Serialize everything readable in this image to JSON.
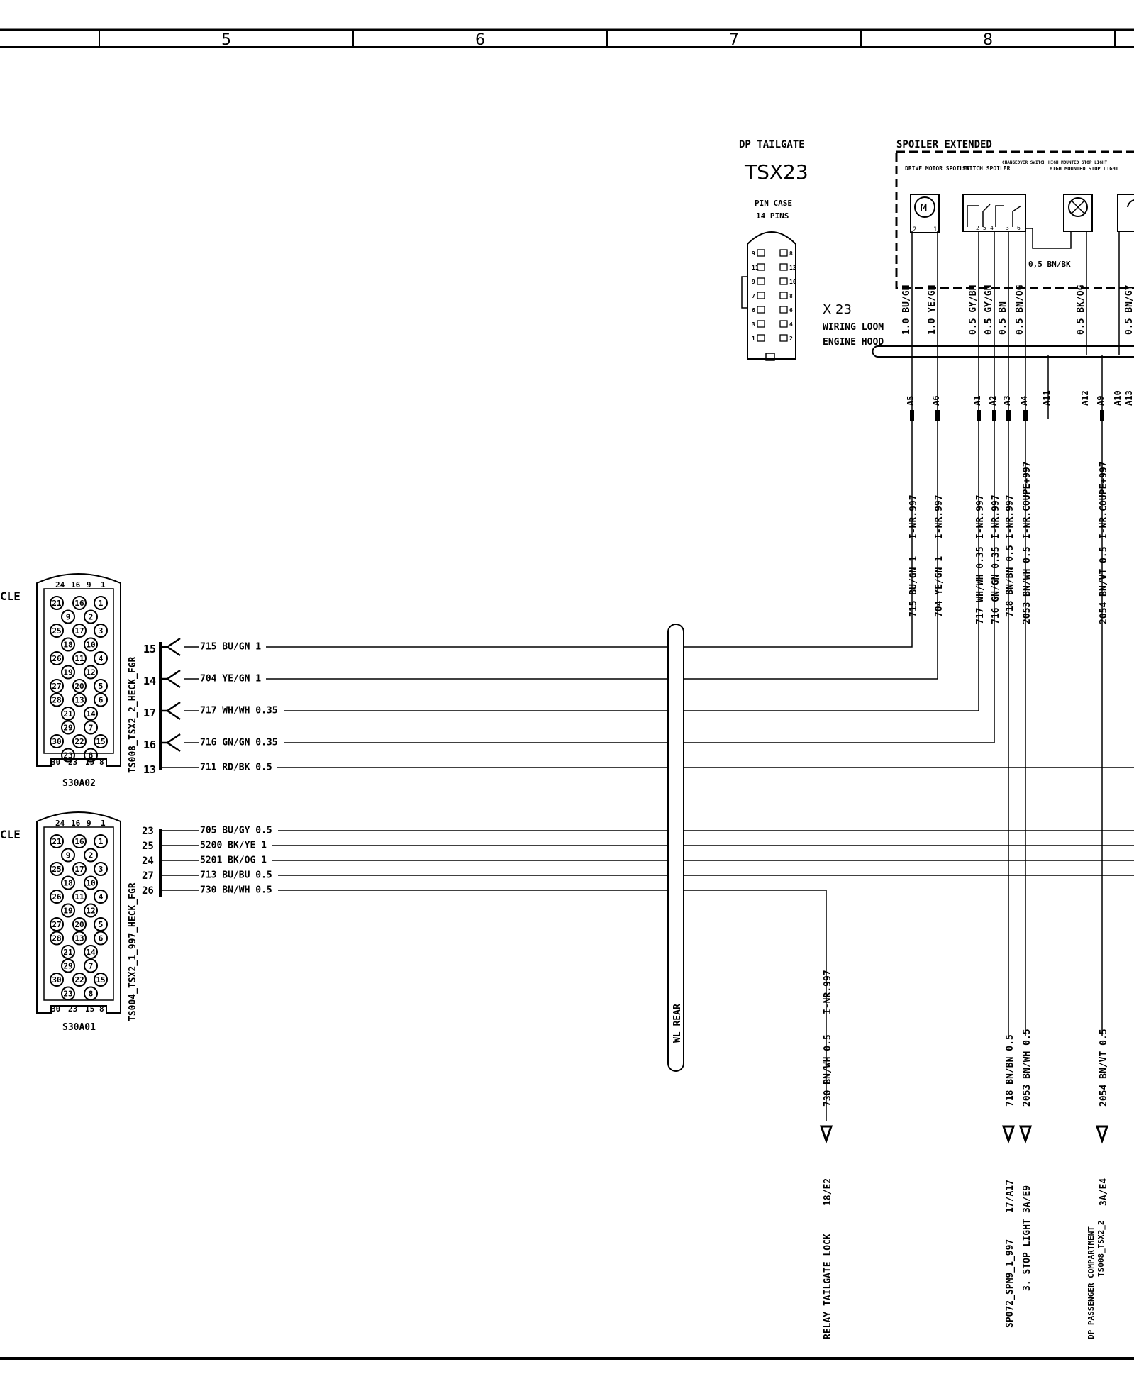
{
  "columns": [
    "5",
    "6",
    "7",
    "8"
  ],
  "left_connectors": {
    "upper": {
      "part": "S30A02",
      "cut_label": "CLE",
      "top_pins": [
        "24",
        "16",
        "9",
        "1"
      ],
      "bottom_pins": [
        "30",
        "23",
        "15",
        "8"
      ],
      "harness_label": "TS008_TSX2_2_HECK_FGR"
    },
    "lower": {
      "part": "S30A01",
      "cut_label": "CLE",
      "top_pins": [
        "24",
        "16",
        "9",
        "1"
      ],
      "bottom_pins": [
        "30",
        "23",
        "15",
        "8"
      ],
      "harness_label": "TS004_TSX2_1_997_HECK_FGR"
    },
    "pin_grid": [
      [
        "21",
        "16",
        "1"
      ],
      [
        "9",
        "2"
      ],
      [
        "25",
        "17",
        "3"
      ],
      [
        "18",
        "10"
      ],
      [
        "26",
        "11",
        "4"
      ],
      [
        "19",
        "12"
      ],
      [
        "27",
        "20",
        "5"
      ],
      [
        "28",
        "13",
        "6"
      ],
      [
        "21",
        "14"
      ],
      [
        "29",
        "7"
      ],
      [
        "30",
        "22",
        "15"
      ],
      [
        "23",
        "8"
      ]
    ]
  },
  "upper_wires": [
    {
      "pin": "15",
      "label": "715 BU/GN 1"
    },
    {
      "pin": "14",
      "label": "704 YE/GN 1"
    },
    {
      "pin": "17",
      "label": "717 WH/WH 0.35"
    },
    {
      "pin": "16",
      "label": "716 GN/GN 0.35"
    },
    {
      "pin": "13",
      "label": "711 RD/BK 0.5"
    }
  ],
  "lower_wires": [
    {
      "pin": "23",
      "label": "705 BU/GY 0.5"
    },
    {
      "pin": "25",
      "label": "5200 BK/YE 1"
    },
    {
      "pin": "24",
      "label": "5201 BK/OG 1"
    },
    {
      "pin": "27",
      "label": "713 BU/BU 0.5"
    },
    {
      "pin": "26",
      "label": "730 BN/WH 0.5"
    }
  ],
  "tailgate": {
    "title": "DP TAILGATE",
    "code": "TSX23",
    "case": "PIN CASE",
    "pins": "14 PINS",
    "pin_numbers": [
      "9",
      "8",
      "11",
      "12",
      "9",
      "10",
      "7",
      "8",
      "6",
      "6",
      "3",
      "4",
      "1",
      "2"
    ]
  },
  "wiring_loom": {
    "code": "X 23",
    "line1": "WIRING LOOM",
    "line2": "ENGINE HOOD"
  },
  "spoiler": {
    "title": "SPOILER EXTENDED",
    "drive_motor": "DRIVE MOTOR SPOILER",
    "switch": "SWITCH SPOILER",
    "changeover": "CHANGEOVER SWITCH HIGH MOUNTED STOP LIGHT",
    "stop_light": "HIGH MOUNTED STOP LIGHT",
    "internal_wire": "0,5 BN/BK",
    "motor_label": "M",
    "pin_a": "2",
    "pin_b": "1",
    "switch_pins": [
      "2",
      "5",
      "4",
      "3",
      "6"
    ]
  },
  "loom_wires": [
    "1.0 BU/GN",
    "1.0 YE/GN",
    "0.5 GY/BN",
    "0.5 GY/GN",
    "0.5 BN",
    "0.5 BN/OG",
    "0.5 BK/OG",
    "0.5 BN/GY"
  ],
  "loom_pins": [
    "A5",
    "A6",
    "A1",
    "A2",
    "A3",
    "A4",
    "A11",
    "A12",
    "A9",
    "A10",
    "A13"
  ],
  "vertical_wires": [
    {
      "label": "715 BU/GN 1",
      "note": "I-NR.997"
    },
    {
      "label": "704 YE/GN 1",
      "note": "I-NR.997"
    },
    {
      "label": "717 WH/WH 0.35",
      "note": "I-NR.997"
    },
    {
      "label": "716 GN/GN 0.35",
      "note": "I-NR.997"
    },
    {
      "label": "718 BN/BN 0.5",
      "note": "I-NR.997"
    },
    {
      "label": "2053 BN/WH 0.5",
      "note": "I-NR.COUPE+997"
    },
    {
      "label": "2054 BN/VT 0.5",
      "note": "I-NR.COUPE+997"
    }
  ],
  "wl_rear": "WL REAR",
  "relay": {
    "wire": "730 BN/WH 0.5",
    "note": "I-NR.997",
    "ref": "18/E2",
    "name": "RELAY TAILGATE LOCK"
  },
  "stop_light_ref": {
    "wire1": "718 BN/BN 0.5",
    "wire2": "2053 BN/WH 0.5",
    "ref1": "17/A17",
    "ref2": "3A/E9",
    "name1": "SP072_SPM9_1_997",
    "name2": "3. STOP LIGHT"
  },
  "passenger": {
    "wire": "2054 BN/VT 0.5",
    "ref": "3A/E4",
    "name1": "DP PASSENGER COMPARTMENT",
    "name2": "TS008_TSX2_2"
  }
}
